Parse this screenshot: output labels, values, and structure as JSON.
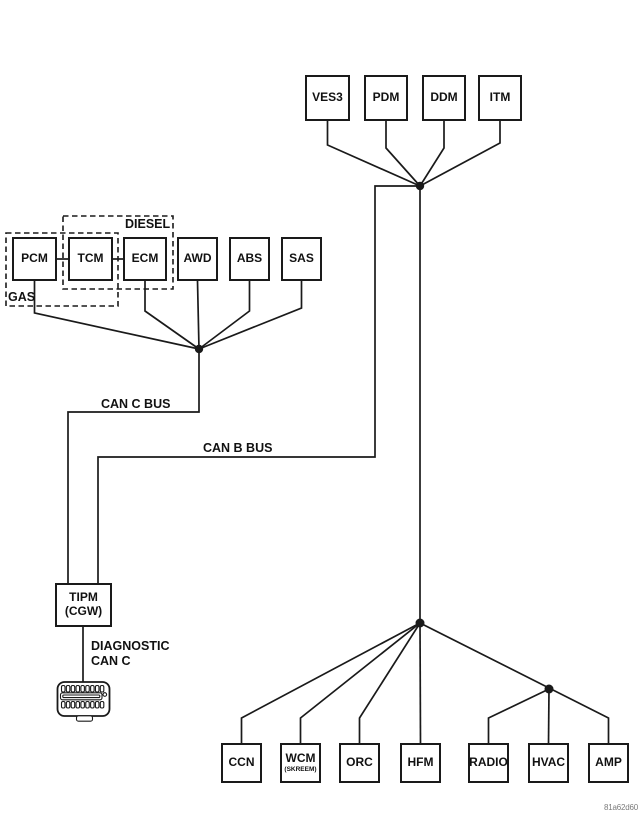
{
  "colors": {
    "line": "#1a1a1a",
    "background": "#ffffff",
    "footer_text": "#7b7b7b"
  },
  "diagram": {
    "top_modules": [
      {
        "label": "VES3"
      },
      {
        "label": "PDM"
      },
      {
        "label": "DDM"
      },
      {
        "label": "ITM"
      }
    ],
    "engine_modules": [
      {
        "label": "PCM"
      },
      {
        "label": "TCM"
      },
      {
        "label": "ECM"
      },
      {
        "label": "AWD"
      },
      {
        "label": "ABS"
      },
      {
        "label": "SAS"
      }
    ],
    "groups": {
      "diesel_label": "DIESEL",
      "gas_label": "GAS"
    },
    "buses": {
      "can_c_label": "CAN C BUS",
      "can_b_label": "CAN B BUS"
    },
    "gateway": {
      "name": "TIPM",
      "sub": "(CGW)"
    },
    "diagnostic": {
      "line1": "DIAGNOSTIC",
      "line2": "CAN C"
    },
    "bottom_modules": [
      {
        "label": "CCN",
        "sublabel": ""
      },
      {
        "label": "WCM",
        "sublabel": "(SKREEM)"
      },
      {
        "label": "ORC",
        "sublabel": ""
      },
      {
        "label": "HFM",
        "sublabel": ""
      },
      {
        "label": "RADIO",
        "sublabel": ""
      },
      {
        "label": "HVAC",
        "sublabel": ""
      },
      {
        "label": "AMP",
        "sublabel": ""
      }
    ],
    "icons": {
      "diagnostic_connector": "obd-16pin-connector-icon"
    },
    "footer_id": "81a62d60"
  }
}
